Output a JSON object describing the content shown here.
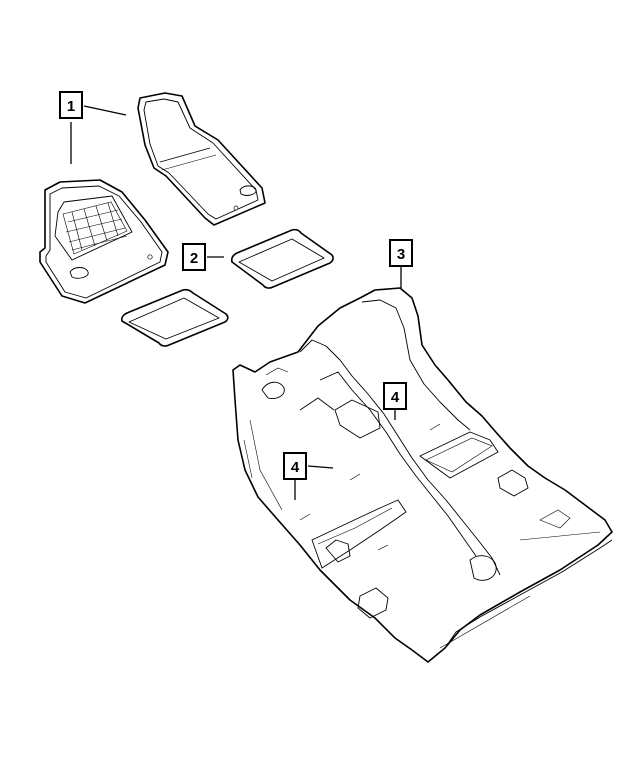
{
  "callouts": [
    {
      "id": "callout-1",
      "label": "1"
    },
    {
      "id": "callout-2",
      "label": "2"
    },
    {
      "id": "callout-3",
      "label": "3"
    },
    {
      "id": "callout-4a",
      "label": "4"
    },
    {
      "id": "callout-4b",
      "label": "4"
    }
  ],
  "colors": {
    "line": "#000000",
    "background": "#ffffff"
  }
}
